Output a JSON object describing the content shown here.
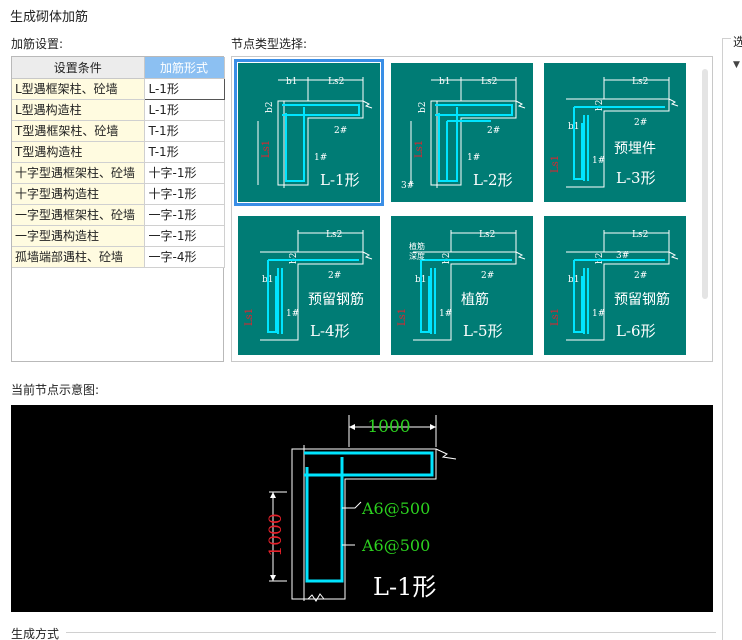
{
  "window": {
    "title": "生成砌体加筋"
  },
  "settings": {
    "label": "加筋设置:",
    "headers": {
      "condition": "设置条件",
      "form": "加筋形式"
    },
    "rows": [
      {
        "condition": "L型遇框架柱、砼墙",
        "form": "L-1形"
      },
      {
        "condition": "L型遇构造柱",
        "form": "L-1形"
      },
      {
        "condition": "T型遇框架柱、砼墙",
        "form": "T-1形"
      },
      {
        "condition": "T型遇构造柱",
        "form": "T-1形"
      },
      {
        "condition": "十字型遇框架柱、砼墙",
        "form": "十字-1形"
      },
      {
        "condition": "十字型遇构造柱",
        "form": "十字-1形"
      },
      {
        "condition": "一字型遇框架柱、砼墙",
        "form": "一字-1形"
      },
      {
        "condition": "一字型遇构造柱",
        "form": "一字-1形"
      },
      {
        "condition": "孤墙端部遇柱、砼墙",
        "form": "一字-4形"
      }
    ]
  },
  "nodes": {
    "label": "节点类型选择:",
    "dims": {
      "b1": "b1",
      "b2": "b2",
      "ls2": "Ls2",
      "ls1": "Ls1",
      "bar1": "1#",
      "bar2": "2#",
      "bar3": "3#",
      "depth1": "植筋",
      "depth2": "深度"
    },
    "items": [
      {
        "name": "L-1形",
        "caption": ""
      },
      {
        "name": "L-2形",
        "caption": ""
      },
      {
        "name": "L-3形",
        "caption": "预埋件"
      },
      {
        "name": "L-4形",
        "caption": "预留钢筋"
      },
      {
        "name": "L-5形",
        "caption": "植筋"
      },
      {
        "name": "L-6形",
        "caption": "预留钢筋"
      }
    ]
  },
  "preview": {
    "label": "当前节点示意图:",
    "dim_top": "1000",
    "dim_left": "1000",
    "rebar_upper": "A6@500",
    "rebar_lower": "A6@500",
    "name": "L-1形"
  },
  "generate": {
    "label": "生成方式"
  },
  "right_panel": {
    "title": "选"
  },
  "colors": {
    "thumb_bg": "#007c75",
    "selected_border": "#3a8ee6",
    "rebar": "#00e5ff",
    "dim_red": "#e8202a",
    "dim_green": "#2cd11f"
  }
}
